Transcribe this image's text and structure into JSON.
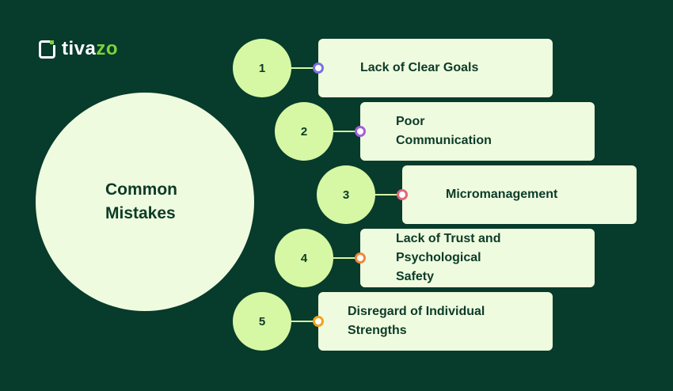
{
  "logo": {
    "prefix": "tiva",
    "suffix": "zo"
  },
  "center": {
    "title": "Common Mistakes"
  },
  "items": [
    {
      "number": "1",
      "label": "Lack of Clear Goals",
      "dot_color": "#7a70e2"
    },
    {
      "number": "2",
      "label": "Poor Communication",
      "dot_color": "#a35fd9"
    },
    {
      "number": "3",
      "label": "Micromanagement",
      "dot_color": "#e4667a"
    },
    {
      "number": "4",
      "label": "Lack of Trust and Psychological Safety",
      "dot_color": "#f0883a"
    },
    {
      "number": "5",
      "label": "Disregard of Individual Strengths",
      "dot_color": "#f0a21e"
    }
  ]
}
